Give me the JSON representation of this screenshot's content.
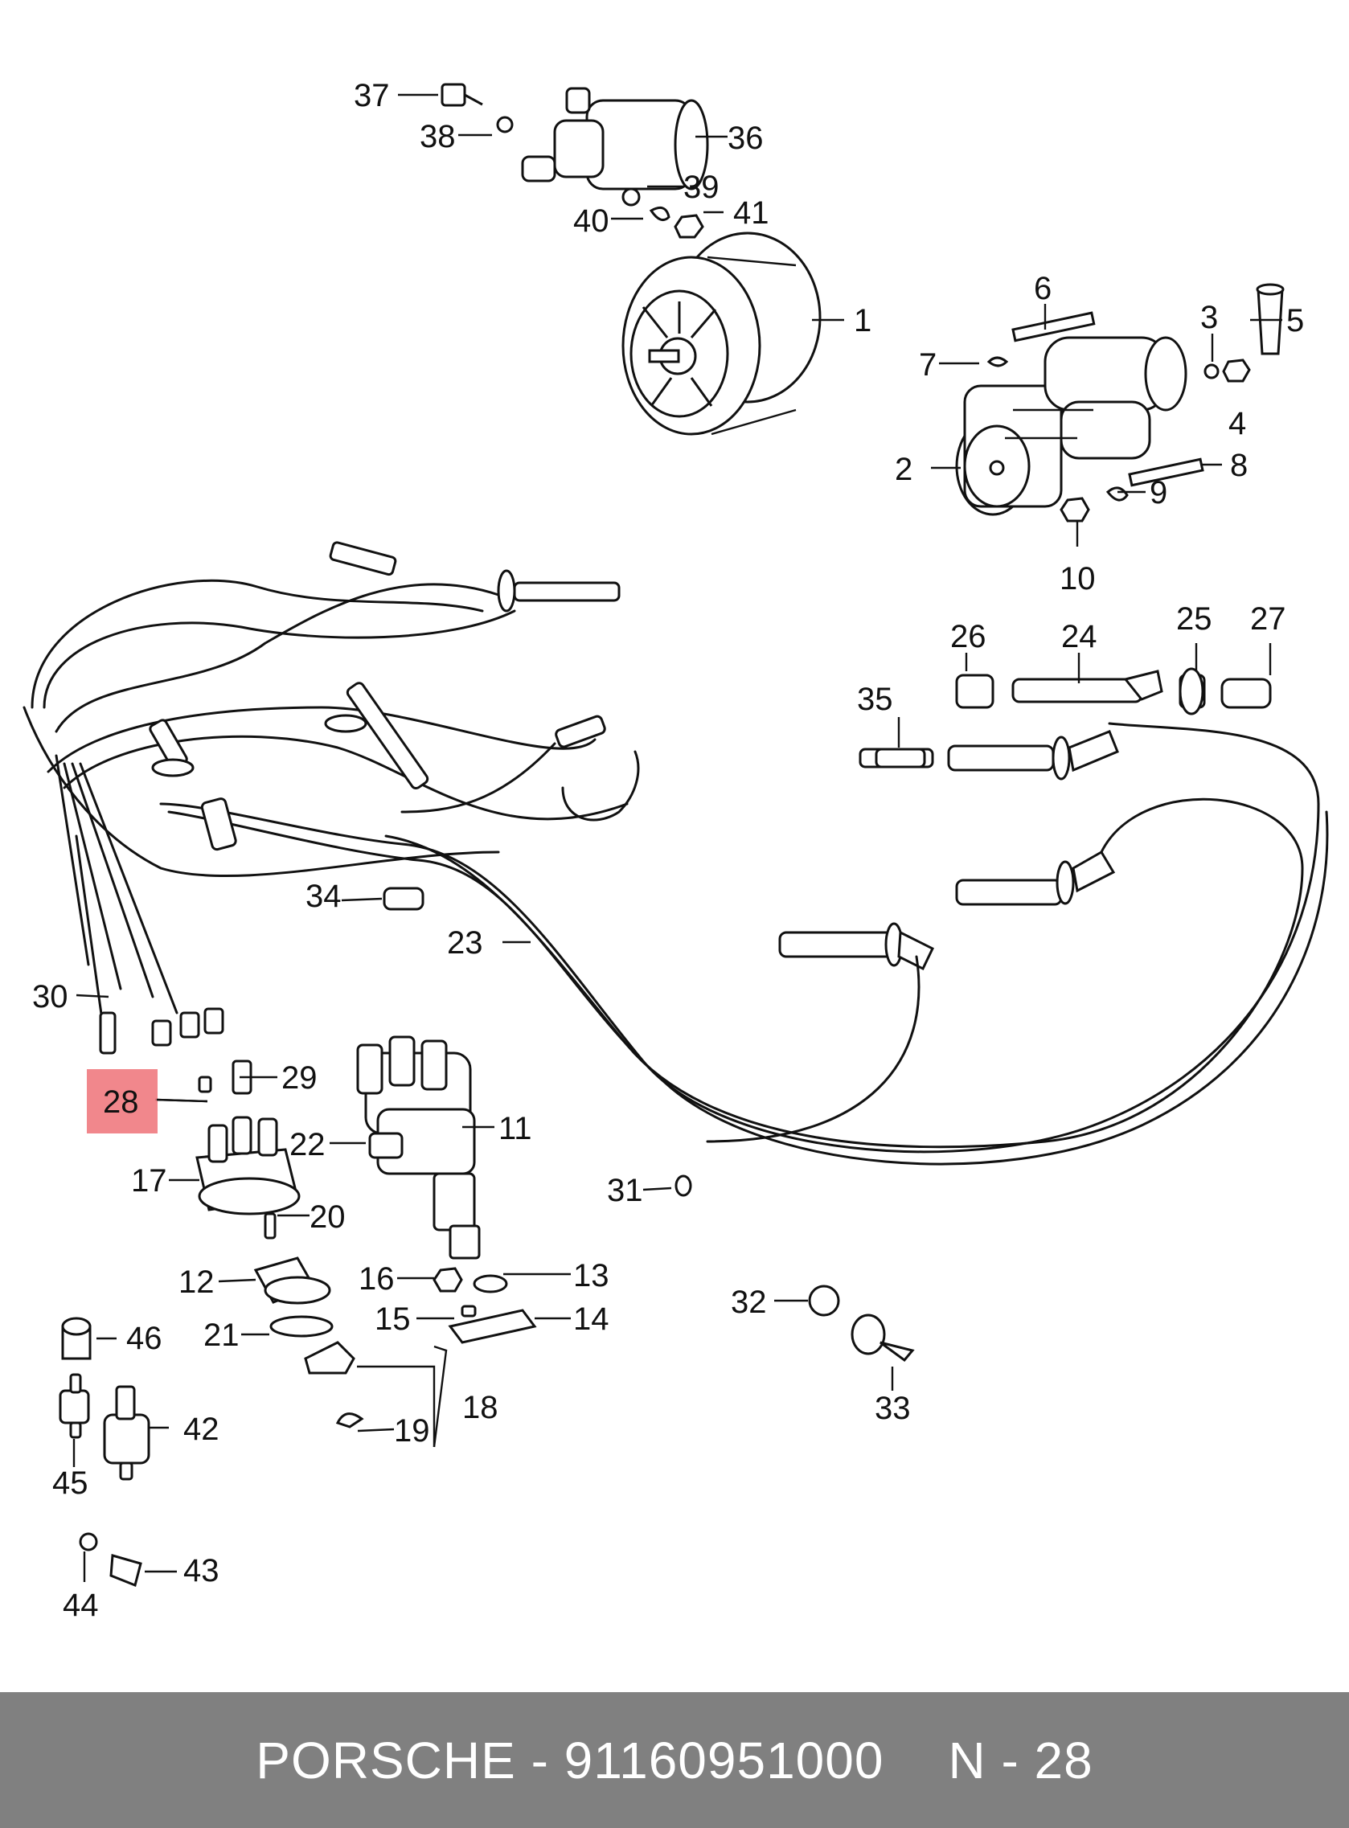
{
  "diagram": {
    "callouts": [
      "1",
      "2",
      "3",
      "4",
      "5",
      "6",
      "7",
      "8",
      "9",
      "10",
      "11",
      "12",
      "13",
      "14",
      "15",
      "16",
      "17",
      "18",
      "19",
      "20",
      "21",
      "22",
      "23",
      "24",
      "25",
      "26",
      "27",
      "28",
      "29",
      "30",
      "31",
      "32",
      "33",
      "34",
      "35",
      "36",
      "37",
      "38",
      "39",
      "40",
      "41",
      "42",
      "43",
      "44",
      "45",
      "46"
    ],
    "highlighted_callout": "28",
    "highlight_color": "#f07a7f",
    "parts": [
      "generator",
      "starter-motor",
      "ignition-coil",
      "distributor",
      "distributor-cap",
      "rotor",
      "spark-plug-connectors",
      "ignition-wire-harness",
      "oil-pressure-sender"
    ]
  },
  "footer": {
    "brand_part": "PORSCHE - 91160951000",
    "page": "N - 28",
    "background": "#808080"
  }
}
